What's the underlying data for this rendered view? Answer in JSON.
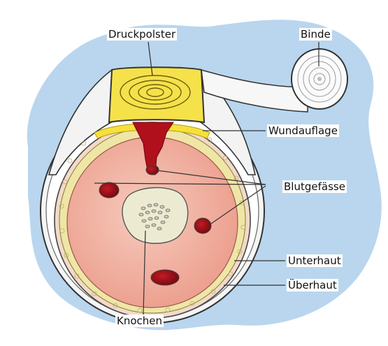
{
  "labels": {
    "druckpolster": "Druckpolster",
    "binde": "Binde",
    "wundauflage": "Wundauflage",
    "blutgefaesse": "Blutgefässe",
    "unterhaut": "Unterhaut",
    "oberhaut": "Überhaut",
    "knochen": "Knochen"
  },
  "colors": {
    "background_splash": "#b9d6ee",
    "skin_outer": "#ffffff",
    "fat_layer": "#efe6a6",
    "muscle": "#f1b4a4",
    "bone": "#ecebd2",
    "blood": "#a3101a",
    "pad_yellow": "#f5e24a",
    "bandage_white": "#f7f7f7",
    "outline": "#333333"
  }
}
